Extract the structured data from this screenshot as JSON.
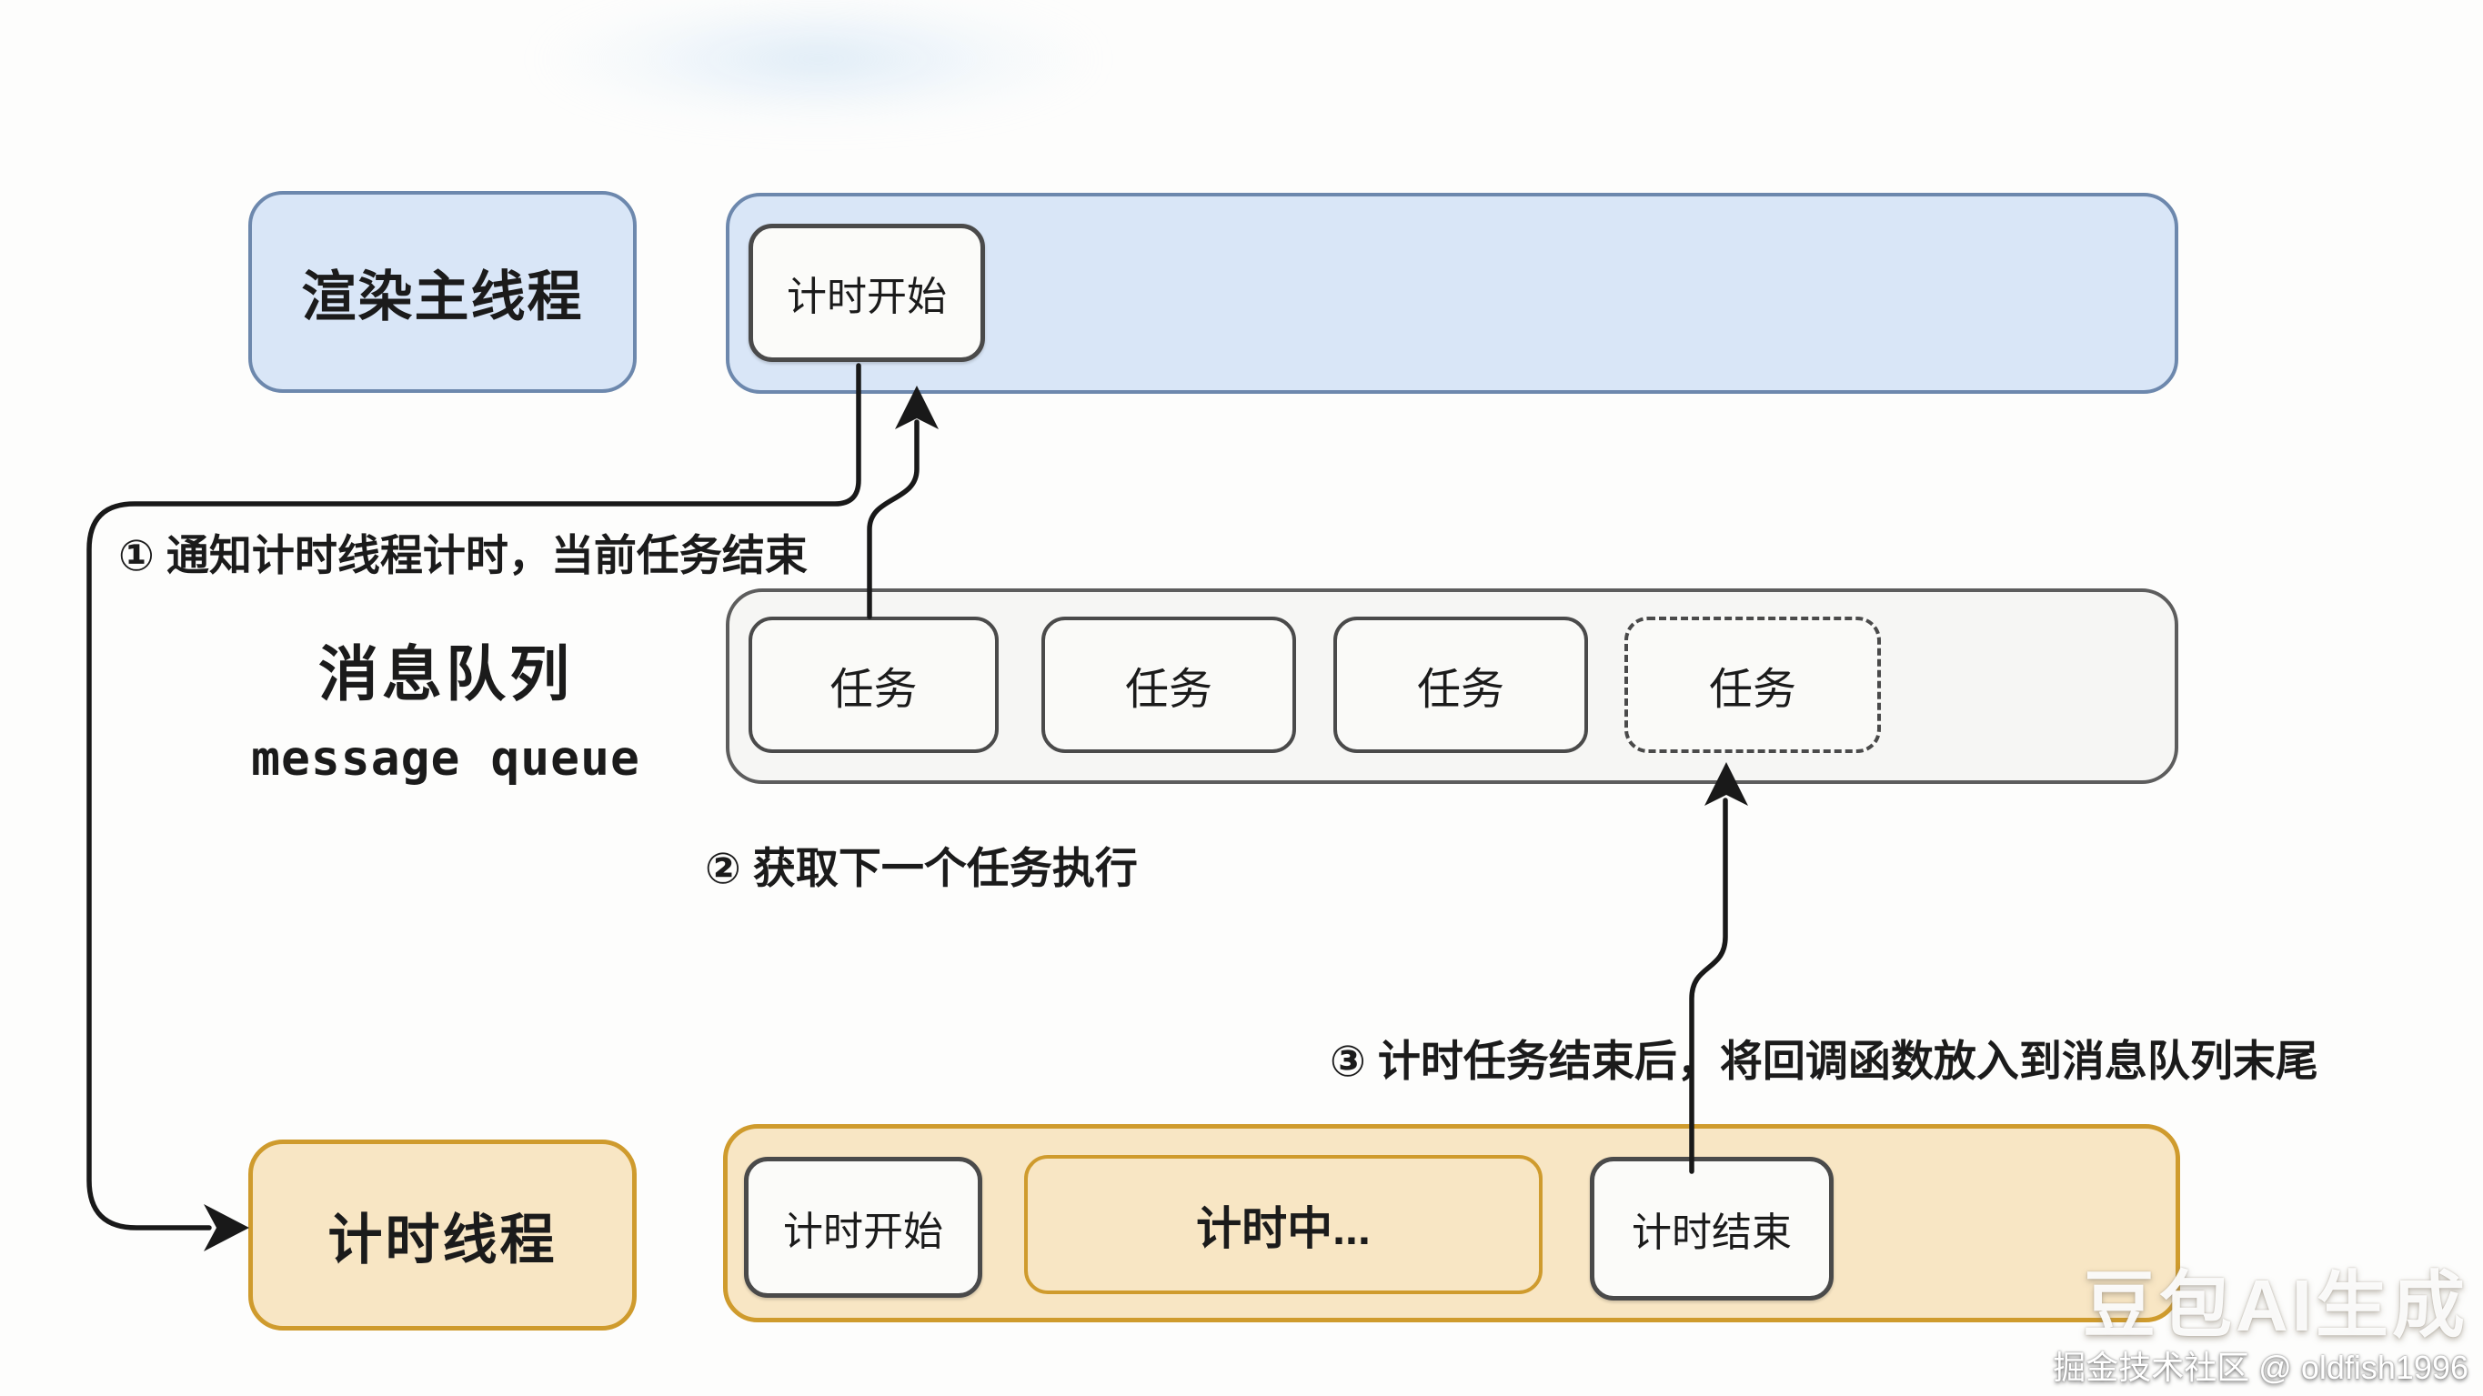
{
  "colors": {
    "blue_fill": "#d9e6f7",
    "blue_border": "#6d88ad",
    "queue_fill": "#f6f6f4",
    "queue_border": "#5d5d5d",
    "chip_fill": "#fbfbf9",
    "chip_border": "#4a4a4a",
    "orange_fill": "#f8e6c4",
    "orange_border": "#cf9b2d",
    "text": "#1b1b1b",
    "arrow": "#191919"
  },
  "render_thread": {
    "label": "渲染主线程",
    "timer_start": "计时开始"
  },
  "queue": {
    "label_zh": "消息队列",
    "label_en": "message queue",
    "tasks": [
      {
        "label": "任务"
      },
      {
        "label": "任务"
      },
      {
        "label": "任务"
      },
      {
        "label": "任务",
        "style": "dashed"
      }
    ]
  },
  "annotations": {
    "step1": "① 通知计时线程计时，当前任务结束",
    "step2": "② 获取下一个任务执行",
    "step3": "③ 计时任务结束后，将回调函数放入到消息队列末尾"
  },
  "timer_thread": {
    "label": "计时线程",
    "start": "计时开始",
    "running": "计时中...",
    "end": "计时结束"
  },
  "watermark": {
    "line1": "豆包AI生成",
    "line2": "掘金技术社区 @ oldfish1996"
  }
}
